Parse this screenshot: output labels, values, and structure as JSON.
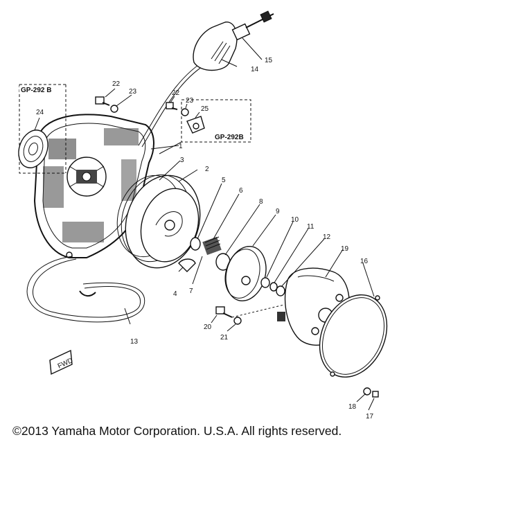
{
  "diagram": {
    "copyright": "©2013 Yamaha Motor Corporation. U.S.A. All rights reserved.",
    "callout_box_left": "GP-292 B",
    "callout_box_right": "GP-292B",
    "fwd_tag": "FWD",
    "part_numbers": {
      "p1": "1",
      "p2": "2",
      "p3": "3",
      "p4": "4",
      "p5": "5",
      "p6": "6",
      "p7": "7",
      "p8": "8",
      "p9": "9",
      "p10": "10",
      "p11": "11",
      "p12": "12",
      "p13": "13",
      "p14": "14",
      "p15": "15",
      "p16": "16",
      "p17": "17",
      "p18": "18",
      "p19": "19",
      "p20": "20",
      "p21": "21",
      "p22a": "22",
      "p22b": "22",
      "p23a": "23",
      "p23b": "23",
      "p24": "24",
      "p25": "25"
    }
  }
}
